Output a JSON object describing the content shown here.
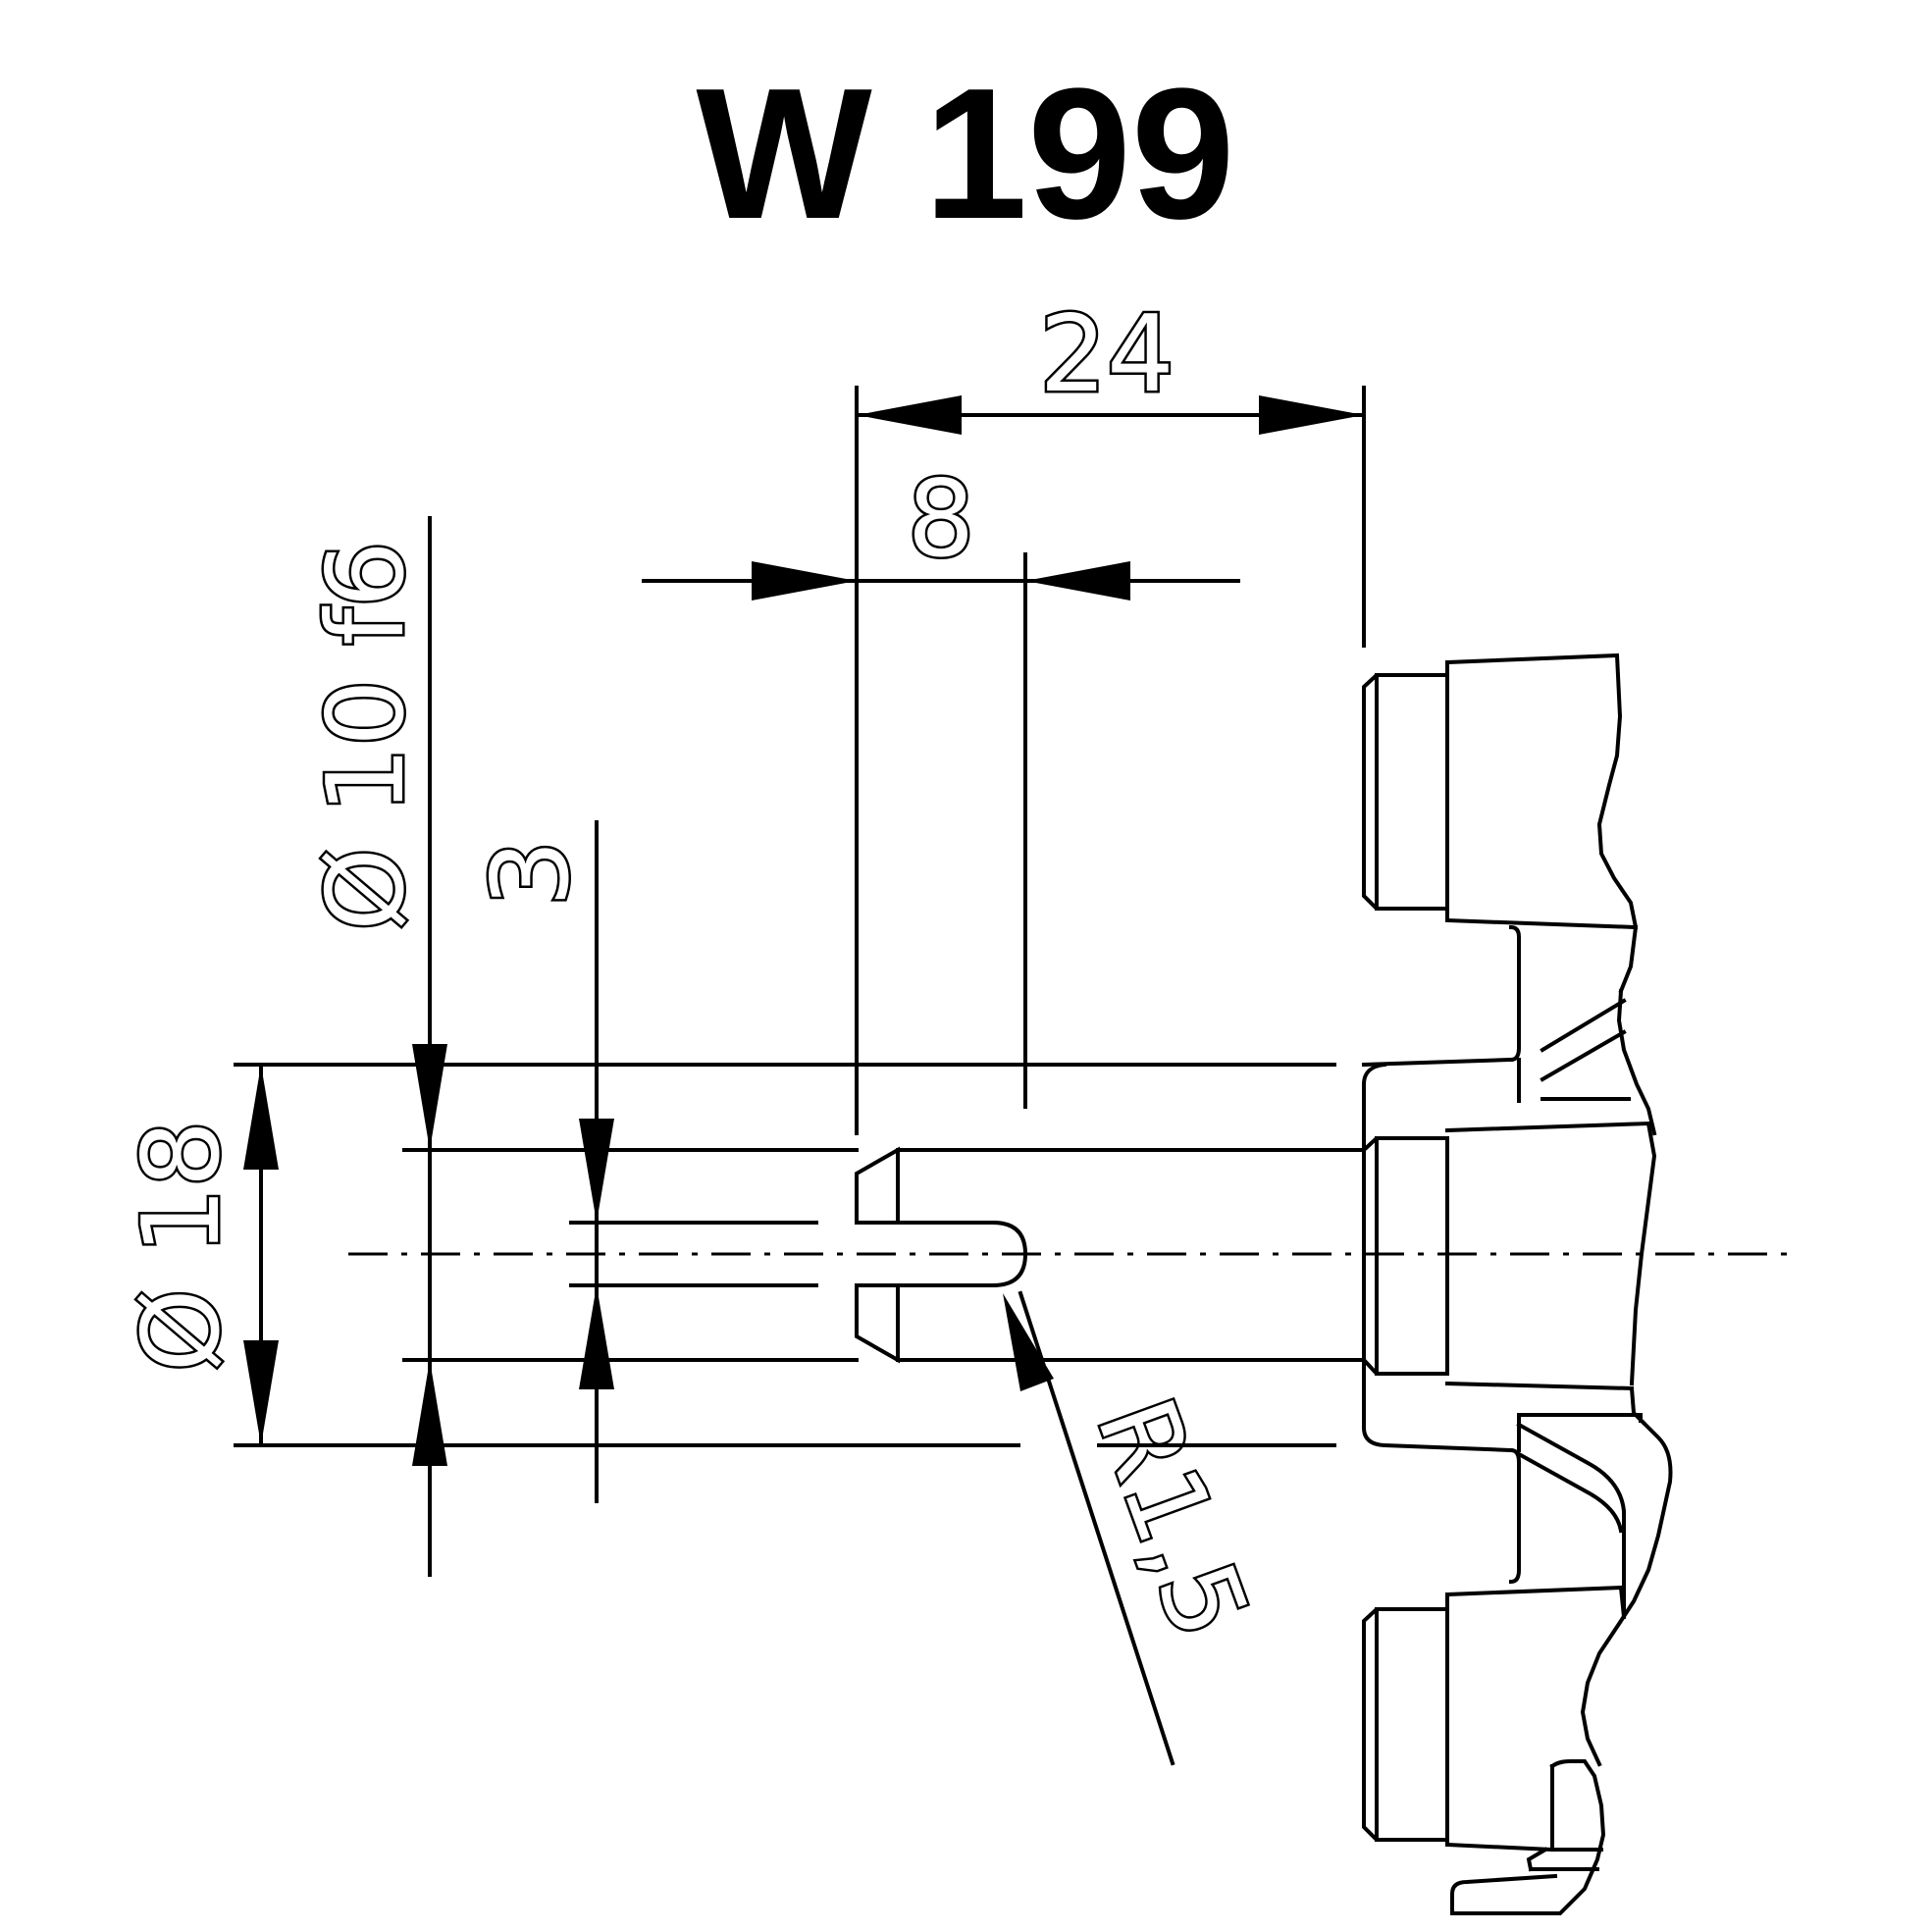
{
  "title": "W 199",
  "dimensions": {
    "length_24": "24",
    "length_8": "8",
    "width_3": "3",
    "shaft_diameter": "Ø 10 f6",
    "body_diameter": "Ø 18",
    "radius": "R1,5"
  }
}
